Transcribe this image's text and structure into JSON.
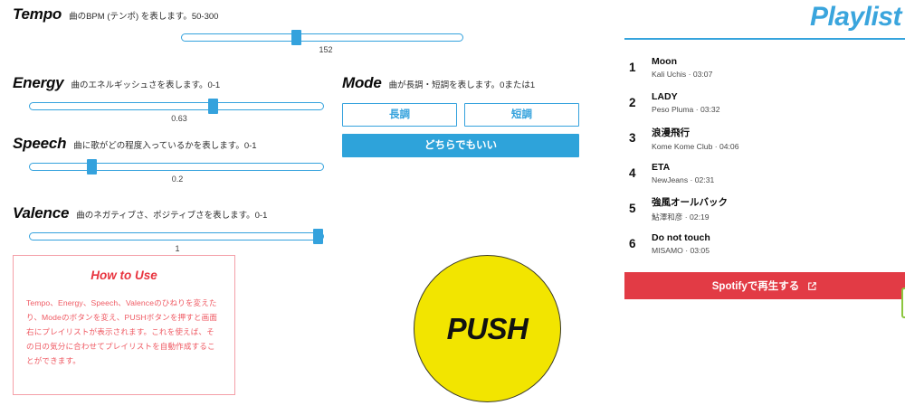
{
  "controls": [
    {
      "name": "Tempo",
      "description": "曲のBPM (テンポ) を表します。50-300",
      "value": "152",
      "percent": 41
    },
    {
      "name": "Energy",
      "description": "曲のエネルギッシュさを表します。0-1",
      "value": "0.63",
      "percent": 62
    },
    {
      "name": "Speech",
      "description": "曲に歌がどの程度入っているかを表します。0-1",
      "value": "0.2",
      "percent": 20
    },
    {
      "name": "Valence",
      "description": "曲のネガティブさ、ポジティブさを表します。0-1",
      "value": "1",
      "percent": 100
    }
  ],
  "mode": {
    "title": "Mode",
    "description": "曲が長調・短調を表します。0または1",
    "major_label": "長調",
    "minor_label": "短調",
    "either_label": "どちらでもいい"
  },
  "howto": {
    "title": "How to Use",
    "body": "Tempo、Energy、Speech、Valenceのひねりを変えたり、Modeのボタンを変え、PUSHボタンを押すと画面右にプレイリストが表示されます。これを使えば、その日の気分に合わせてプレイリストを自動作成することができます。"
  },
  "push": {
    "label": "PUSH"
  },
  "playlist": {
    "title": "Playlist",
    "tracks": [
      {
        "index": "1",
        "song": "Moon",
        "meta": "Kali Uchis · 03:07"
      },
      {
        "index": "2",
        "song": "LADY",
        "meta": "Peso Pluma · 03:32"
      },
      {
        "index": "3",
        "song": "浪漫飛行",
        "meta": "Kome Kome Club · 04:06"
      },
      {
        "index": "4",
        "song": "ETA",
        "meta": "NewJeans · 02:31"
      },
      {
        "index": "5",
        "song": "強風オールバック",
        "meta": "鮎澤和彦 · 02:19"
      },
      {
        "index": "6",
        "song": "Do not touch",
        "meta": "MISAMO · 03:05"
      }
    ],
    "spotify_label": "Spotifyで再生する"
  },
  "theme": {
    "accent_blue": "#34a2dd",
    "spotify_red": "#e23b45",
    "push_yellow": "#f2e500",
    "howto_red": "#ef5b64",
    "green_edge": "#8cc63f"
  }
}
